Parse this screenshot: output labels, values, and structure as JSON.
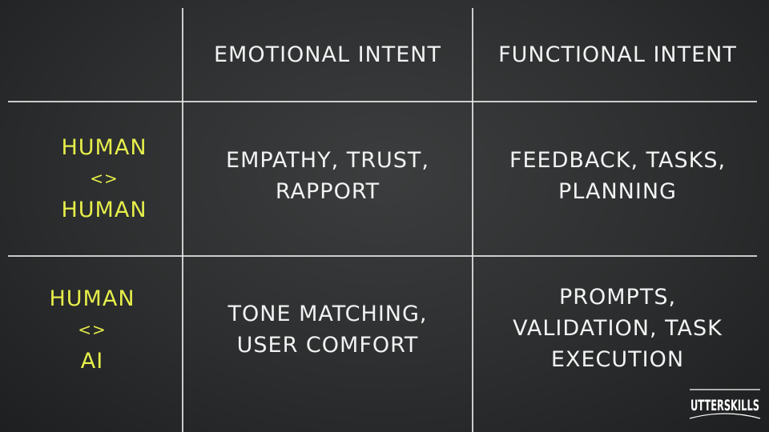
{
  "columns": [
    "EMOTIONAL INTENT",
    "FUNCTIONAL INTENT"
  ],
  "rows": [
    {
      "label": [
        "HUMAN",
        "<>",
        "HUMAN"
      ],
      "emotional": [
        "EMPATHY, TRUST,",
        "RAPPORT"
      ],
      "functional": [
        "FEEDBACK, TASKS,",
        "PLANNING"
      ]
    },
    {
      "label": [
        "HUMAN",
        "<>",
        "AI"
      ],
      "emotional": [
        "TONE MATCHING,",
        "USER COMFORT"
      ],
      "functional": [
        "PROMPTS,",
        "VALIDATION, TASK",
        "EXECUTION"
      ]
    }
  ],
  "logo": "UTTERSKILLS",
  "colors": {
    "chalk": "#f2f2f2",
    "label": "#e6ee4a",
    "board": "#2c2e2f"
  }
}
